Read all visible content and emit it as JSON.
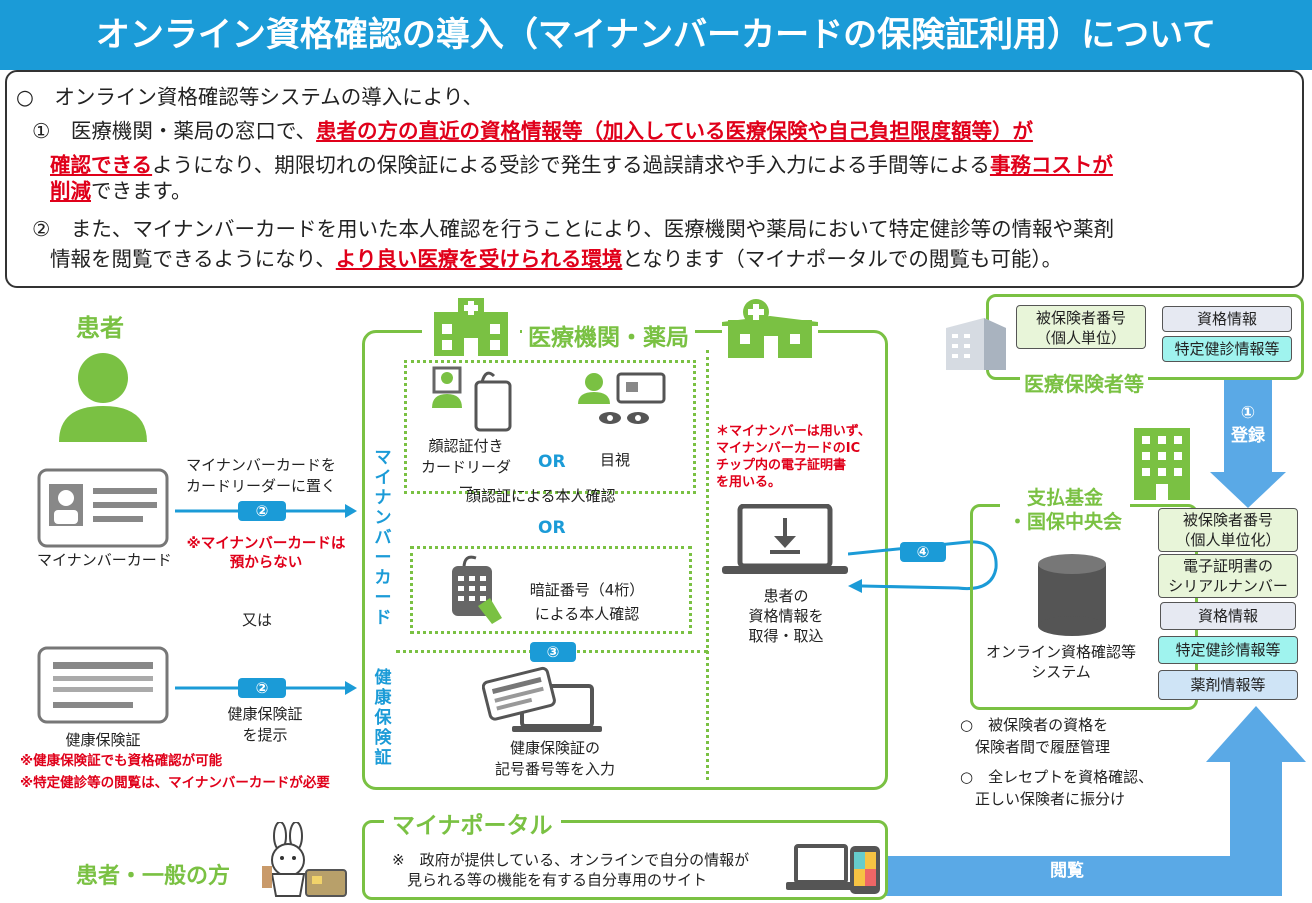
{
  "title": "オンライン資格確認の導入（マイナンバーカードの保険証利用）について",
  "intro": {
    "line1": "○　オンライン資格確認等システムの導入により、",
    "p1_a": "①　医療機関・薬局の窓口で、",
    "p1_hl1": "患者の方の直近の資格情報等（加入している医療保険や自己負担限度額等）が",
    "p1_hl2": "確認できる",
    "p1_b": "ようになり、期限切れの保険証による受診で発生する過誤請求や手入力による手間等による",
    "p1_hl3": "事務コストが",
    "p1_hl4": "削減",
    "p1_c": "できます。",
    "p2_a": "②　また、マイナンバーカードを用いた本人確認を行うことにより、医療機関や薬局において特定健診等の情報や薬剤",
    "p2_b": "情報を閲覧できるようになり、",
    "p2_hl": "より良い医療を受けられる環境",
    "p2_c": "となります（マイナポータルでの閲覧も可能）。"
  },
  "patient": {
    "title": "患者",
    "mynumber_card": "マイナンバーカード",
    "arrow1_label": "マイナンバーカードを\nカードリーダーに置く",
    "badge2": "②",
    "note_red1": "※マイナンバーカードは\n預からない",
    "or_text": "又は",
    "insurance_card": "健康保険証",
    "arrow2_label": "健康保険証\nを提示",
    "note_red2": "※健康保険証でも資格確認が可能",
    "note_red3": "※特定健診等の閲覧は、マイナンバーカードが必要"
  },
  "clinic": {
    "title": "医療機関・薬局",
    "side_mynumber": "マイナンバーカード",
    "side_insurance": "健康保険証",
    "face_reader": "顔認証付き\nカードリーダー",
    "or1": "OR",
    "visual": "目視",
    "face_check": "顔認証による本人確認",
    "or2": "OR",
    "pin": "暗証番号（4桁）\nによる本人確認",
    "badge3": "③",
    "insurance_input": "健康保険証の\n記号番号等を入力",
    "note_red": "＊マイナンバーは用いず、\nマイナンバーカードのIC\nチップ内の電子証明書\nを用いる。",
    "pc_label": "患者の\n資格情報を\n取得・取込",
    "badge4": "④"
  },
  "insurer": {
    "title": "医療保険者等",
    "box1": "被保険者番号\n（個人単位）",
    "box2": "資格情報",
    "box3": "特定健診情報等",
    "register_badge": "①",
    "register": "登録"
  },
  "fund": {
    "title": "支払基金\n・国保中央会",
    "system": "オンライン資格確認等\nシステム",
    "box1": "被保険者番号\n（個人単位化）",
    "box2": "電子証明書の\nシリアルナンバー",
    "box3": "資格情報",
    "box4": "特定健診情報等",
    "box5": "薬剤情報等",
    "note1": "○　被保険者の資格を\n　保険者間で履歴管理",
    "note2": "○　全レセプトを資格確認、\n　正しい保険者に振分け"
  },
  "portal": {
    "title": "マイナポータル",
    "desc": "※　政府が提供している、オンラインで自分の情報が\n　見られる等の機能を有する自分専用のサイト",
    "user_label": "患者・一般の方",
    "view": "閲覧"
  },
  "colors": {
    "blue": "#1b9bd7",
    "green": "#7ac143",
    "red": "#e0001a",
    "arrow_blue": "#5aa9e6"
  }
}
